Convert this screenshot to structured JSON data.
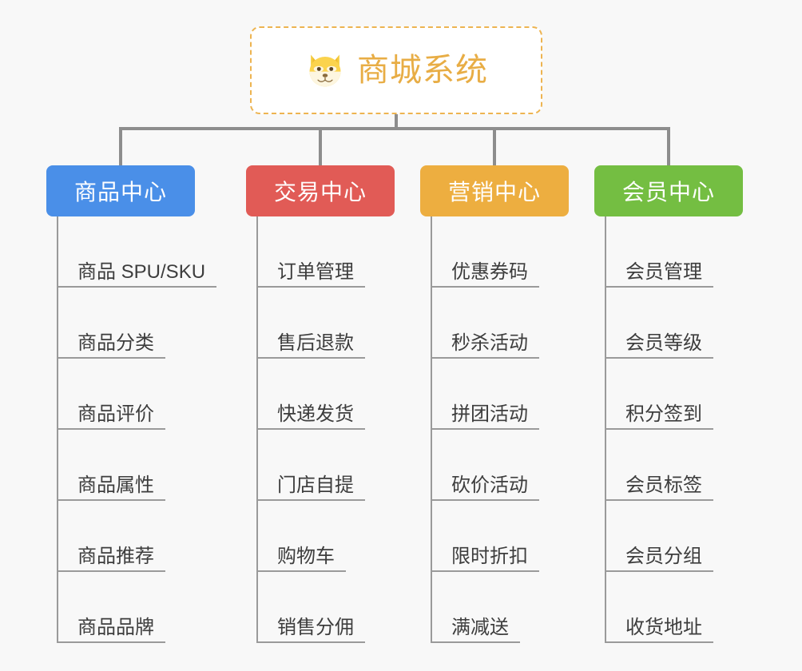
{
  "page": {
    "background_color": "#f8f8f8",
    "type": "mindmap"
  },
  "root": {
    "title": "商城系统",
    "icon": "shiba-dog-face-emoji",
    "border_color": "#edb451",
    "text_color": "#e8ad45",
    "background_color": "#ffffff"
  },
  "connector": {
    "color": "#8d8d8d"
  },
  "branches": [
    {
      "label": "商品中心",
      "color": "#4a8fe8",
      "items": [
        "商品 SPU/SKU",
        "商品分类",
        "商品评价",
        "商品属性",
        "商品推荐",
        "商品品牌"
      ]
    },
    {
      "label": "交易中心",
      "color": "#e15b56",
      "items": [
        "订单管理",
        "售后退款",
        "快递发货",
        "门店自提",
        "购物车",
        "销售分佣"
      ]
    },
    {
      "label": "营销中心",
      "color": "#edae40",
      "items": [
        "优惠券码",
        "秒杀活动",
        "拼团活动",
        "砍价活动",
        "限时折扣",
        "满减送"
      ]
    },
    {
      "label": "会员中心",
      "color": "#74be42",
      "items": [
        "会员管理",
        "会员等级",
        "积分签到",
        "会员标签",
        "会员分组",
        "收货地址"
      ]
    }
  ]
}
